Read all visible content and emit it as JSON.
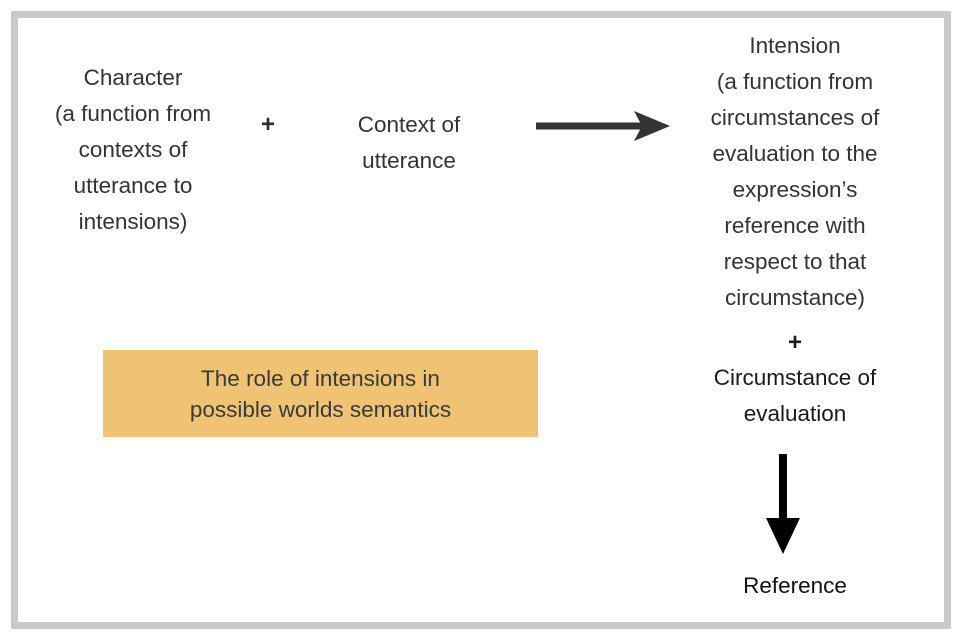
{
  "figure": {
    "background_color": "#ffffff",
    "frame_color": "#c9c9c9",
    "text_color": "#333333",
    "accent_color": "#efc274"
  },
  "left_column": {
    "character": "Character\n(a function from\ncontexts of\nutterance to\nintensions)",
    "plus": "+",
    "context": "Context of\nutterance"
  },
  "arrows": {
    "horizontal": "arrow-right",
    "vertical": "arrow-down"
  },
  "right_column": {
    "intension": "Intension\n(a function from\ncircumstances of\nevaluation to the\nexpression’s\nreference with\nrespect to that\ncircumstance)",
    "plus": "+",
    "circumstance": "Circumstance of\nevaluation",
    "reference": "Reference"
  },
  "caption": {
    "text": "The role of intensions in\npossible worlds semantics"
  }
}
